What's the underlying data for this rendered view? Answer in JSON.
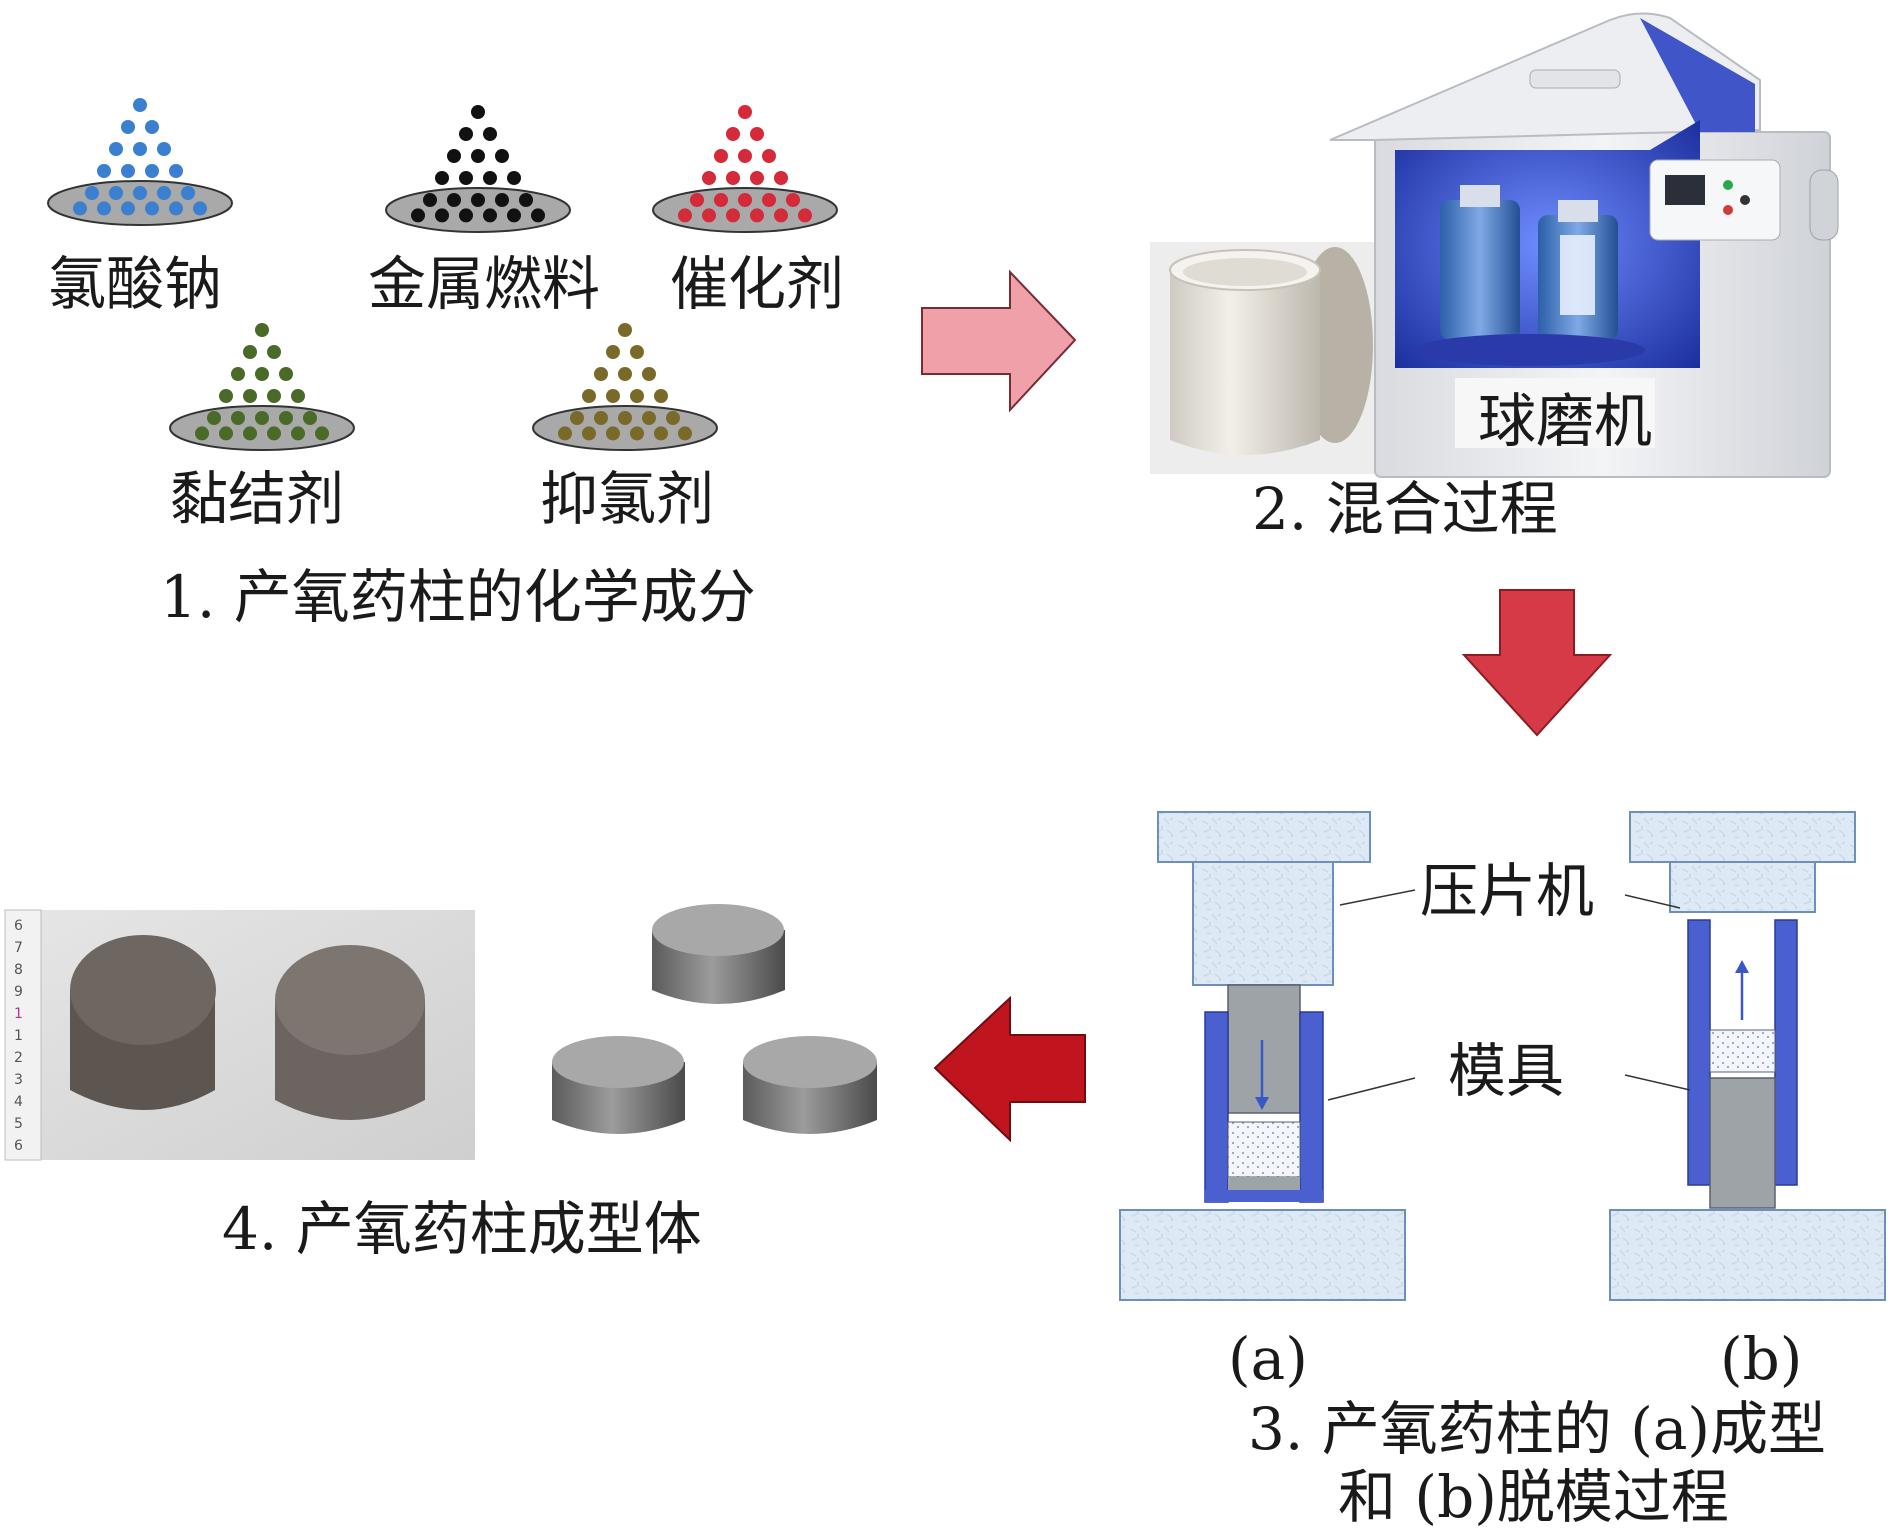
{
  "step1": {
    "caption": "1. 产氧药柱的化学成分",
    "components": [
      {
        "name": "氯酸钠",
        "color": "#3a7fd0"
      },
      {
        "name": "金属燃料",
        "color": "#111111"
      },
      {
        "name": "催化剂",
        "color": "#d42a3a"
      },
      {
        "name": "黏结剂",
        "color": "#4a6a28"
      },
      {
        "name": "抑氯剂",
        "color": "#7a6a2a"
      }
    ]
  },
  "step2": {
    "caption": "2. 混合过程",
    "machine_label": "球磨机"
  },
  "step3": {
    "caption_line1": "3. 产氧药柱的 (a)成型",
    "caption_line2": "和 (b)脱模过程",
    "press_label": "压片机",
    "mold_label": "模具",
    "panel_a": "(a)",
    "panel_b": "(b)"
  },
  "step4": {
    "caption": "4. 产氧药柱成型体",
    "ruler_digits": "6 7 8 9 1 1 2 3 4 5 6"
  },
  "colors": {
    "arrow_pink": "#f0a0a8",
    "arrow_red": "#d73a47",
    "arrow_dark_red": "#c0141e",
    "press_fill": "#dbe8f3",
    "mold_blue": "#4a5fd0"
  }
}
